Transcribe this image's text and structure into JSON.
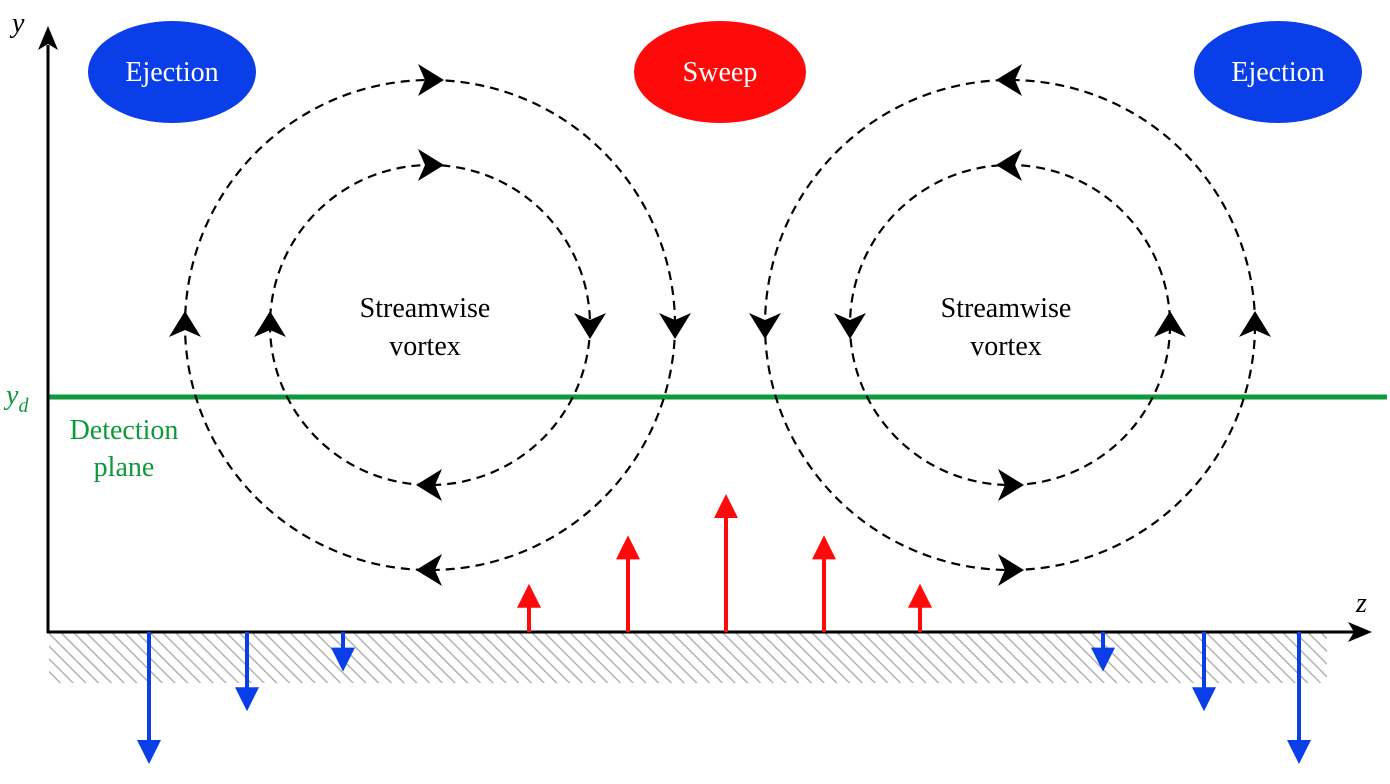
{
  "axes": {
    "y_label": "y",
    "z_label": "z"
  },
  "detection_plane": {
    "symbol": "y",
    "subscript": "d",
    "label_line1": "Detection",
    "label_line2": "plane",
    "color": "#0e9a3b"
  },
  "regions": [
    {
      "label": "Ejection",
      "color": "#0a3ee8"
    },
    {
      "label": "Sweep",
      "color": "#ff0a0a"
    },
    {
      "label": "Ejection",
      "color": "#0a3ee8"
    }
  ],
  "vortices": [
    {
      "label_line1": "Streamwise",
      "label_line2": "vortex",
      "rotation": "clockwise"
    },
    {
      "label_line1": "Streamwise",
      "label_line2": "vortex",
      "rotation": "counter-clockwise"
    }
  ],
  "wall": {
    "hatch_color": "#b3b3b3"
  },
  "sweep_arrows": {
    "color": "#ff0a0a",
    "relative_heights": [
      0.35,
      0.7,
      1.0,
      0.7,
      0.35
    ]
  },
  "ejection_arrows": {
    "color": "#0a3ee8",
    "relative_lengths": [
      1.0,
      0.6,
      0.3,
      0.3,
      0.6,
      1.0
    ]
  }
}
